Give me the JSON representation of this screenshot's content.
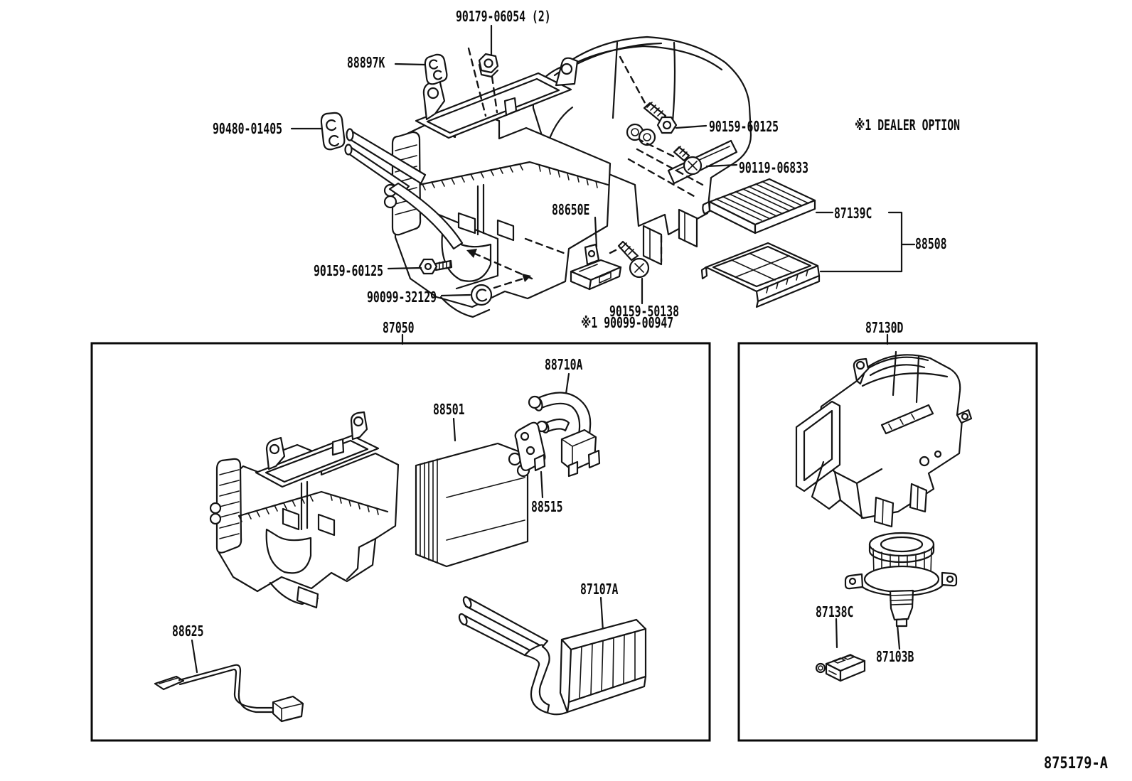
{
  "diagram": {
    "note_dealer_option": "※1 DEALER OPTION",
    "drawing_code": "875179-A"
  },
  "callouts": {
    "c90179": "90179-06054 (2)",
    "c88897K": "88897K",
    "c90480": "90480-01405",
    "c90159_60125_right": "90159-60125",
    "c90119": "90119-06833",
    "c87139C": "87139C",
    "c88508": "88508",
    "c88650E": "88650E",
    "c90159_60125_left": "90159-60125",
    "c90099_32129": "90099-32129",
    "c90159_50138": "90159-50138",
    "c90099_00947": "※1 90099-00947",
    "c87050": "87050",
    "c87130D": "87130D",
    "c88710A": "88710A",
    "c88501": "88501",
    "c88515": "88515",
    "c87107A": "87107A",
    "c88625": "88625",
    "c87138C": "87138C",
    "c87103B": "87103B"
  }
}
